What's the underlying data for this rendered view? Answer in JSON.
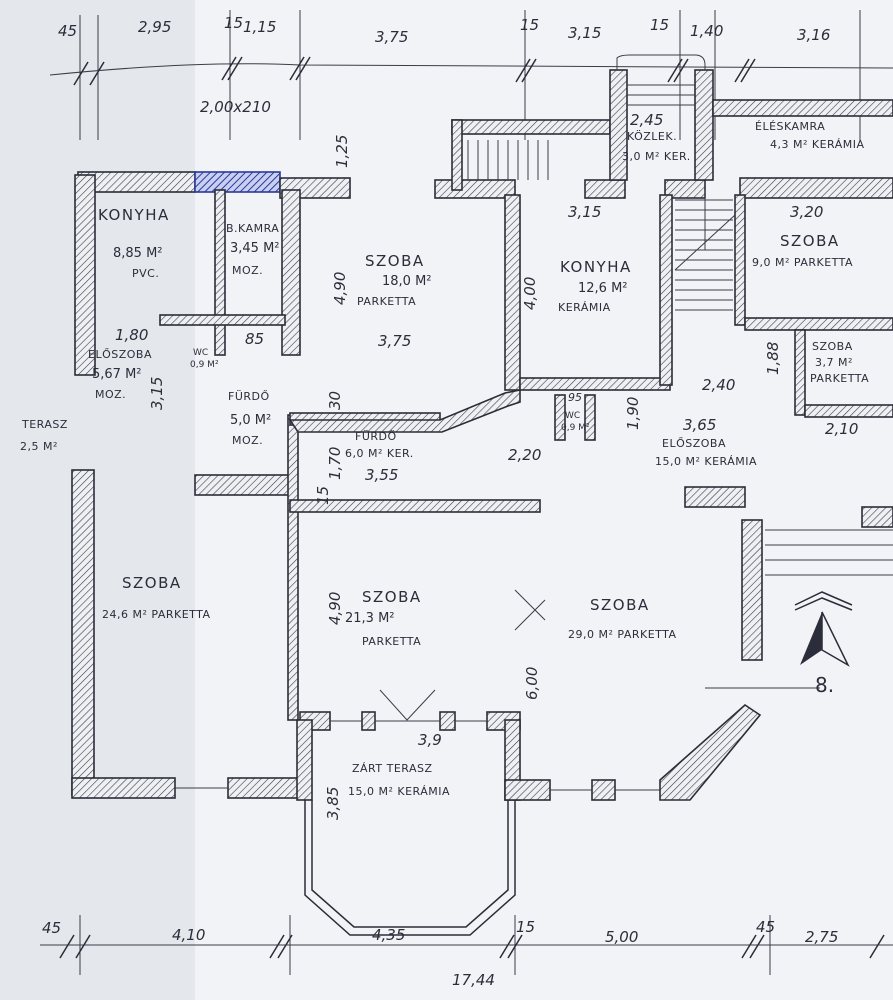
{
  "plan": {
    "top_dimensions": [
      "45",
      "2,95",
      "15",
      "1,15",
      "3,75",
      "15",
      "3,15",
      "15",
      "1,40",
      "3,16"
    ],
    "bottom_dimensions": [
      "45",
      "4,10",
      "4,35",
      "15",
      "5,00",
      "45",
      "2,75"
    ],
    "total_width": "17,44",
    "door_size": "2,00x210",
    "north_label": "8.",
    "interior_dimensions": {
      "d_125": "1,25",
      "d_490a": "4,90",
      "d_400": "4,00",
      "d_315v": "3,15",
      "d_30": "30",
      "d_170": "1,70",
      "d_490b": "4,90",
      "d_600": "6,00",
      "d_385": "3,85",
      "d_188": "1,88",
      "d_190": "1,90",
      "d_315h": "3,15",
      "d_320": "3,20",
      "d_375": "3,75",
      "d_180": "1,80",
      "d_85": "85",
      "d_355": "3,55",
      "d_220": "2,20",
      "d_240": "2,40",
      "d_365": "3,65",
      "d_210": "2,10",
      "d_95": "95",
      "d_245": "2,45",
      "d_39": "3,9",
      "d_15": "15"
    },
    "rooms": [
      {
        "name": "KONYHA",
        "area": "8,85 M²",
        "floor": "PVC."
      },
      {
        "name": "B.KAMRA",
        "area": "3,45 M²",
        "floor": "MOZ."
      },
      {
        "name": "SZOBA",
        "area": "18,0 M²",
        "floor": "PARKETTA"
      },
      {
        "name": "KONYHA",
        "area": "12,6 M²",
        "floor": "KERÁMIA"
      },
      {
        "name": "KÖZLEK.",
        "area": "3,0 M² KER."
      },
      {
        "name": "ÉLÉSKAMRA",
        "area": "4,3 M² KERÁMIA"
      },
      {
        "name": "SZOBA",
        "area": "9,0 M² PARKETTA"
      },
      {
        "name": "SZOBA",
        "area": "3,7 M²",
        "floor": "PARKETTA"
      },
      {
        "name": "ELŐSZOBA",
        "area": "5,67 M²",
        "floor": "MOZ."
      },
      {
        "name": "WC",
        "area": "0,9 M²"
      },
      {
        "name": "FÜRDŐ",
        "area": "5,0 M²",
        "floor": "MOZ."
      },
      {
        "name": "TERASZ",
        "area": "2,5 M²"
      },
      {
        "name": "FÜRDŐ",
        "area": "6,0 M² KER."
      },
      {
        "name": "WC",
        "area": "0,9 M²"
      },
      {
        "name": "ELŐSZOBA",
        "area": "15,0 M² KERÁMIA"
      },
      {
        "name": "SZOBA",
        "area": "24,6 M² PARKETTA"
      },
      {
        "name": "SZOBA",
        "area": "21,3 M²",
        "floor": "PARKETTA"
      },
      {
        "name": "SZOBA",
        "area": "29,0 M² PARKETTA"
      },
      {
        "name": "ZÁRT TERASZ",
        "area": "15,0 M² KERÁMIA"
      }
    ],
    "colors": {
      "ink": "#2b2e3a",
      "paper": "#eef0f3",
      "highlight": "#2a3a9a"
    }
  }
}
